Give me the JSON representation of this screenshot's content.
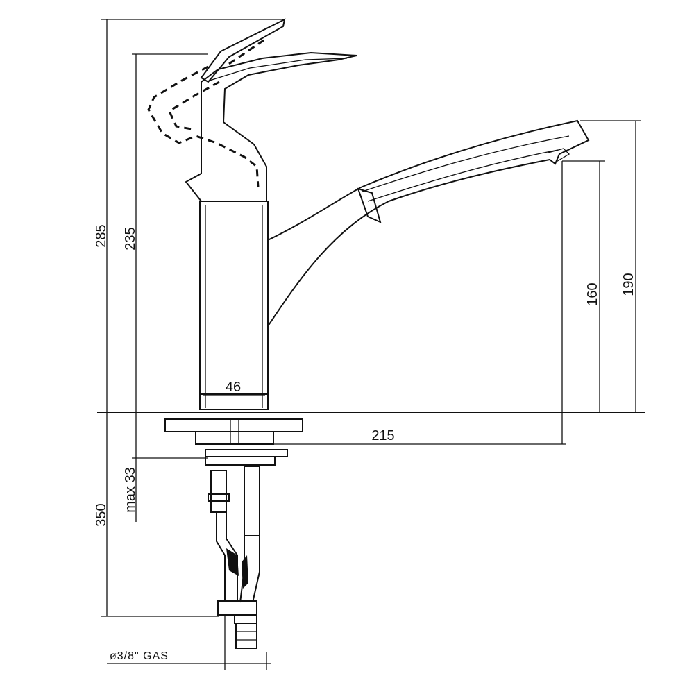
{
  "drawing": {
    "subject": "faucet-technical-drawing",
    "line_color": "#111111",
    "background": "#ffffff"
  },
  "dimensions": {
    "overall_height": "285",
    "body_height": "235",
    "spout_height": "160",
    "total_spout_height": "190",
    "body_width": "46",
    "spout_reach": "215",
    "max_thickness": "max 33",
    "hose_length": "350",
    "connection": "ø3/8\" GAS"
  }
}
